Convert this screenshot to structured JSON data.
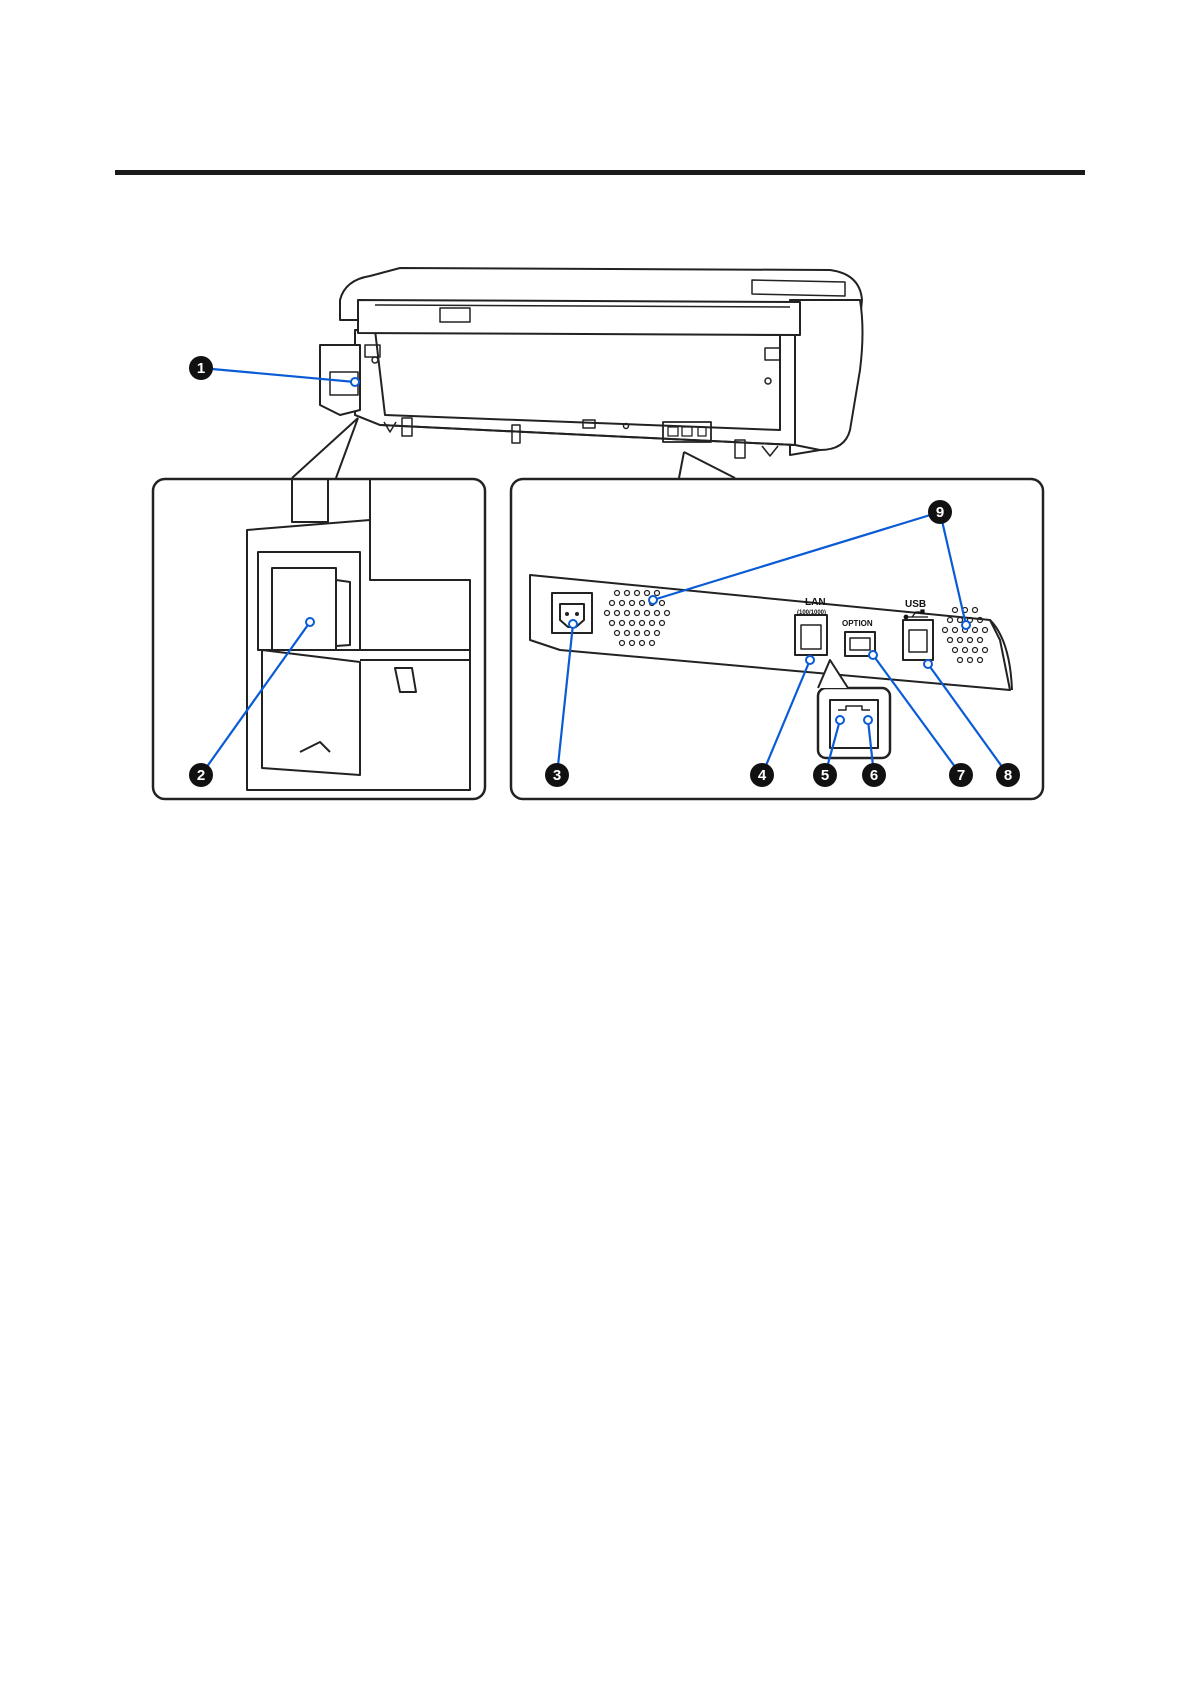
{
  "callouts": [
    "1",
    "2",
    "3",
    "4",
    "5",
    "6",
    "7",
    "8",
    "9"
  ],
  "port_labels": {
    "lan": "LAN",
    "lan_sub": "(100/1000)",
    "option": "OPTION",
    "usb": "USB"
  },
  "colors": {
    "callout_line": "#0a5bd6",
    "callout_fill": "#111111",
    "outline": "#222222"
  }
}
